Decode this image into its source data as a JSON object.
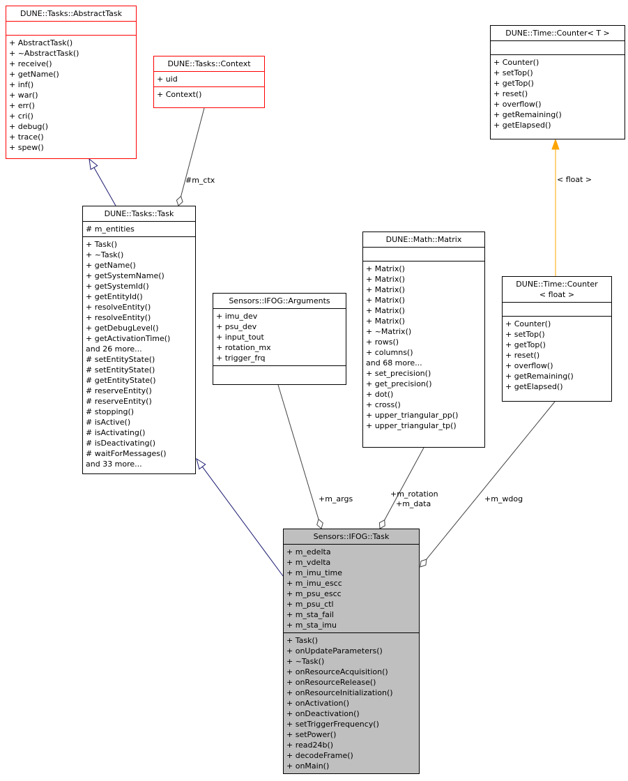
{
  "classes": {
    "abstract_task": {
      "title": "DUNE::Tasks::AbstractTask",
      "attributes": [],
      "methods": [
        "+ AbstractTask()",
        "+ ~AbstractTask()",
        "+ receive()",
        "+ getName()",
        "+ inf()",
        "+ war()",
        "+ err()",
        "+ cri()",
        "+ debug()",
        "+ trace()",
        "+ spew()"
      ]
    },
    "context": {
      "title": "DUNE::Tasks::Context",
      "attributes": [
        "+ uid"
      ],
      "methods": [
        "+ Context()"
      ]
    },
    "counter_t": {
      "title": "DUNE::Time::Counter< T >",
      "attributes": [],
      "methods": [
        "+ Counter()",
        "+ setTop()",
        "+ getTop()",
        "+ reset()",
        "+ overflow()",
        "+ getRemaining()",
        "+ getElapsed()"
      ]
    },
    "task": {
      "title": "DUNE::Tasks::Task",
      "attributes": [
        "# m_entities"
      ],
      "methods": [
        "+ Task()",
        "+ ~Task()",
        "+ getName()",
        "+ getSystemName()",
        "+ getSystemId()",
        "+ getEntityId()",
        "+ resolveEntity()",
        "+ resolveEntity()",
        "+ getDebugLevel()",
        "+ getActivationTime()",
        "and 26 more...",
        "# setEntityState()",
        "# setEntityState()",
        "# getEntityState()",
        "# reserveEntity()",
        "# reserveEntity()",
        "# stopping()",
        "# isActive()",
        "# isActivating()",
        "# isDeactivating()",
        "# waitForMessages()",
        "and 33 more..."
      ]
    },
    "arguments": {
      "title": "Sensors::IFOG::Arguments",
      "attributes": [
        "+ imu_dev",
        "+ psu_dev",
        "+ input_tout",
        "+ rotation_mx",
        "+ trigger_frq"
      ],
      "methods": []
    },
    "matrix": {
      "title": "DUNE::Math::Matrix",
      "attributes": [],
      "methods": [
        "+ Matrix()",
        "+ Matrix()",
        "+ Matrix()",
        "+ Matrix()",
        "+ Matrix()",
        "+ Matrix()",
        "+ ~Matrix()",
        "+ rows()",
        "+ columns()",
        "and 68 more...",
        "+ set_precision()",
        "+ get_precision()",
        "+ dot()",
        "+ cross()",
        "+ upper_triangular_pp()",
        "+ upper_triangular_tp()"
      ]
    },
    "counter_float": {
      "title": "DUNE::Time::Counter\n< float >",
      "attributes": [],
      "methods": [
        "+ Counter()",
        "+ setTop()",
        "+ getTop()",
        "+ reset()",
        "+ overflow()",
        "+ getRemaining()",
        "+ getElapsed()"
      ]
    },
    "ifog_task": {
      "title": "Sensors::IFOG::Task",
      "attributes": [
        "+ m_edelta",
        "+ m_vdelta",
        "+ m_imu_time",
        "+ m_imu_escc",
        "+ m_psu_escc",
        "+ m_psu_ctl",
        "+ m_sta_fail",
        "+ m_sta_imu"
      ],
      "methods": [
        "+ Task()",
        "+ onUpdateParameters()",
        "+ ~Task()",
        "+ onResourceAcquisition()",
        "+ onResourceRelease()",
        "+ onResourceInitialization()",
        "+ onActivation()",
        "+ onDeactivation()",
        "+ setTriggerFrequency()",
        "+ setPower()",
        "+ read24b()",
        "+ decodeFrame()",
        "+ onMain()"
      ]
    }
  },
  "edge_labels": {
    "m_ctx": "#m_ctx",
    "m_args": "+m_args",
    "m_rotation": "+m_rotation",
    "m_data": "+m_data",
    "m_wdog": "+m_wdog",
    "float_inst": "< float >"
  },
  "colors": {
    "highlight_border": "#ff0000",
    "normal_border": "#000000",
    "focus_fill": "#bfbfbf",
    "inheritance_edge": "#191970",
    "aggregation_edge": "#404040",
    "template_edge": "#ffa500"
  }
}
